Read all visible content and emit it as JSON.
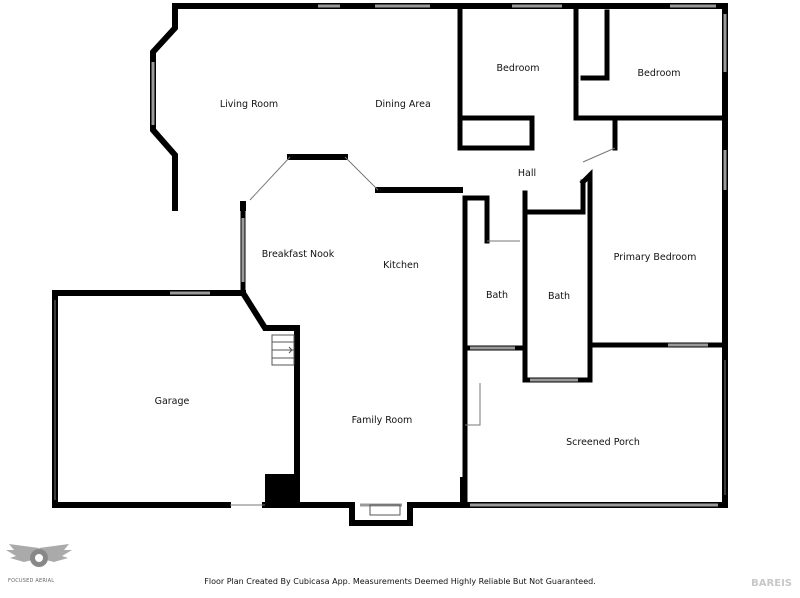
{
  "rooms": {
    "living_room": "Living Room",
    "dining_area": "Dining Area",
    "bedroom_1": "Bedroom",
    "bedroom_2": "Bedroom",
    "hall": "Hall",
    "breakfast_nook": "Breakfast Nook",
    "kitchen": "Kitchen",
    "bath_1": "Bath",
    "bath_2": "Bath",
    "primary_bedroom": "Primary Bedroom",
    "garage": "Garage",
    "family_room": "Family Room",
    "screened_porch": "Screened Porch"
  },
  "footer": {
    "disclaimer": "Floor Plan Created By Cubicasa App. Measurements Deemed Highly Reliable But Not Guaranteed."
  },
  "logos": {
    "left_text": "FOCUSED AERIAL",
    "right_text": "BAREIS"
  },
  "colors": {
    "wall": "#000000",
    "window": "#9a9a9a",
    "background": "#ffffff"
  }
}
